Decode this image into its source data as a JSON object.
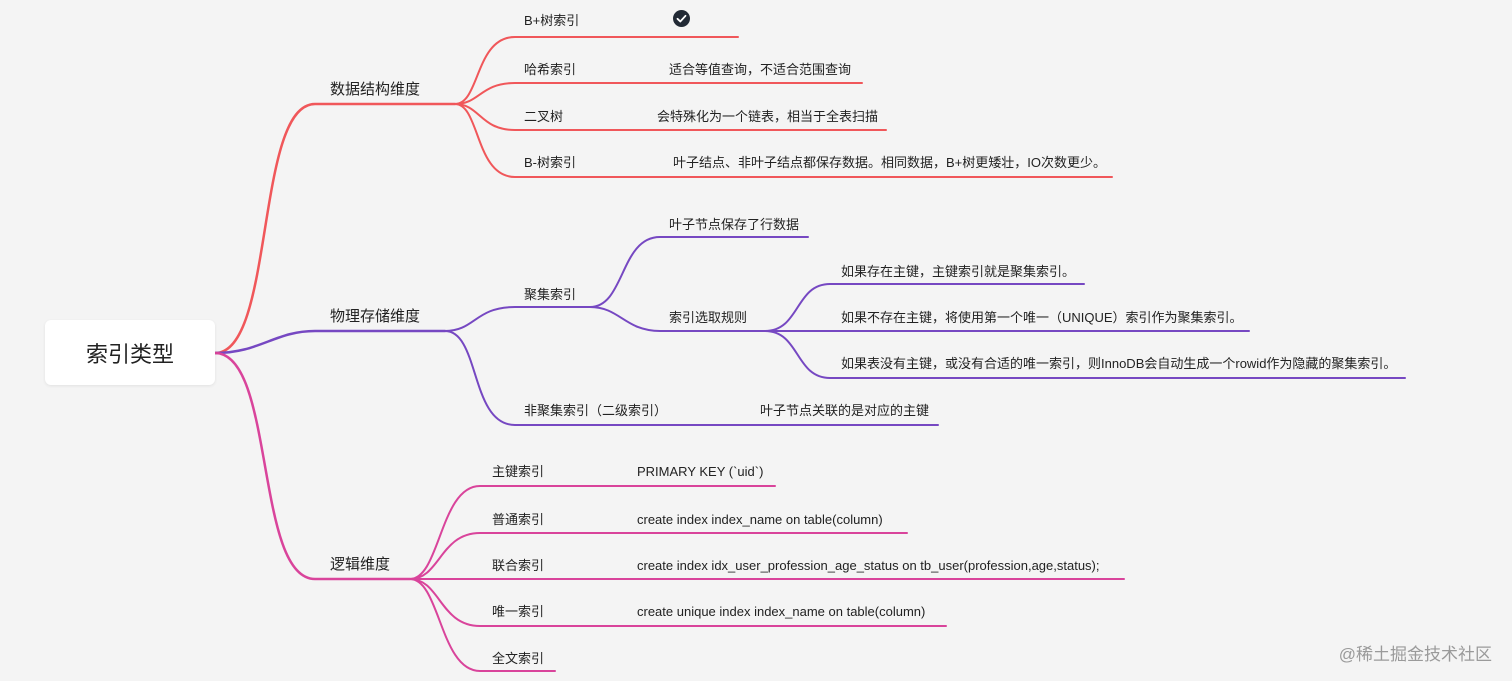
{
  "root": {
    "label": "索引类型"
  },
  "colors": {
    "data_structure": "#f0575a",
    "physical": "#7648c2",
    "logical": "#d9449b"
  },
  "branches": {
    "data_structure": {
      "label": "数据结构维度",
      "items": [
        {
          "label": "B+树索引",
          "note": "",
          "icon": "check-circle-icon"
        },
        {
          "label": "哈希索引",
          "note": "适合等值查询，不适合范围查询"
        },
        {
          "label": "二叉树",
          "note": "会特殊化为一个链表，相当于全表扫描"
        },
        {
          "label": "B-树索引",
          "note": "叶子结点、非叶子结点都保存数据。相同数据，B+树更矮壮，IO次数更少。"
        }
      ]
    },
    "physical": {
      "label": "物理存储维度",
      "clustered": {
        "label": "聚集索引",
        "leaf": "叶子节点保存了行数据",
        "rules": {
          "label": "索引选取规则",
          "items": [
            "如果存在主键，主键索引就是聚集索引。",
            "如果不存在主键，将使用第一个唯一（UNIQUE）索引作为聚集索引。",
            "如果表没有主键，或没有合适的唯一索引，则InnoDB会自动生成一个rowid作为隐藏的聚集索引。"
          ]
        }
      },
      "secondary": {
        "label": "非聚集索引（二级索引）",
        "note": "叶子节点关联的是对应的主键"
      }
    },
    "logical": {
      "label": "逻辑维度",
      "items": [
        {
          "label": "主键索引",
          "note": "PRIMARY KEY (`uid`)"
        },
        {
          "label": "普通索引",
          "note": "create index  index_name on table(column)"
        },
        {
          "label": "联合索引",
          "note": "create index idx_user_profession_age_status on tb_user(profession,age,status);"
        },
        {
          "label": "唯一索引",
          "note": "create unique index index_name on table(column)"
        },
        {
          "label": "全文索引",
          "note": ""
        }
      ]
    }
  },
  "watermark": "@稀土掘金技术社区"
}
